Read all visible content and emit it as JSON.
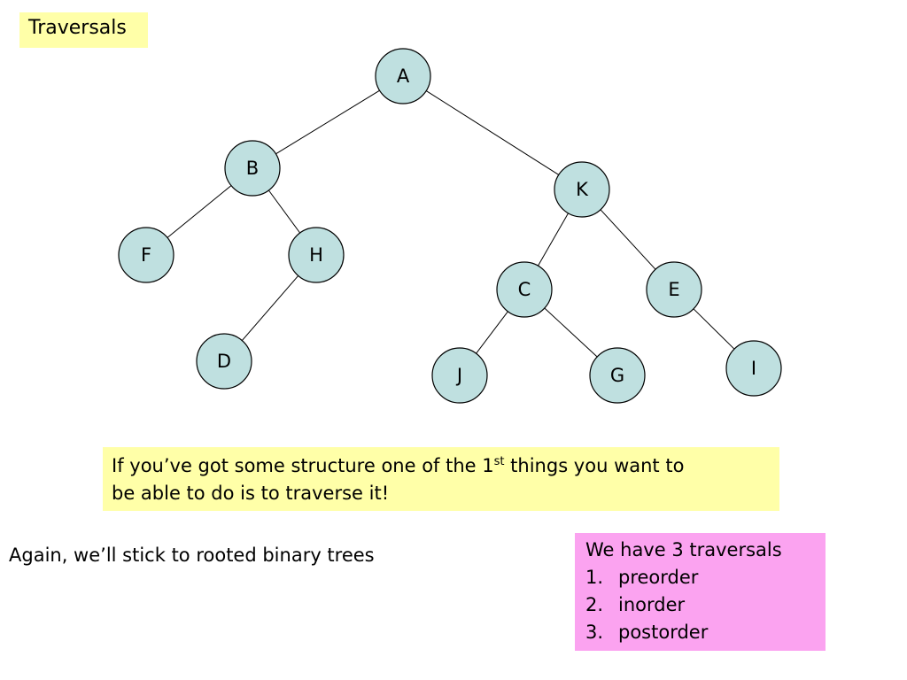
{
  "title": "Traversals",
  "tree": {
    "nodes": [
      {
        "id": "A",
        "label": "A"
      },
      {
        "id": "B",
        "label": "B"
      },
      {
        "id": "K",
        "label": "K"
      },
      {
        "id": "F",
        "label": "F"
      },
      {
        "id": "H",
        "label": "H"
      },
      {
        "id": "D",
        "label": "D"
      },
      {
        "id": "C",
        "label": "C"
      },
      {
        "id": "E",
        "label": "E"
      },
      {
        "id": "J",
        "label": "J"
      },
      {
        "id": "G",
        "label": "G"
      },
      {
        "id": "I",
        "label": "I"
      }
    ],
    "edges": [
      [
        "A",
        "B"
      ],
      [
        "A",
        "K"
      ],
      [
        "B",
        "F"
      ],
      [
        "B",
        "H"
      ],
      [
        "H",
        "D"
      ],
      [
        "K",
        "C"
      ],
      [
        "K",
        "E"
      ],
      [
        "C",
        "J"
      ],
      [
        "C",
        "G"
      ],
      [
        "E",
        "I"
      ]
    ],
    "node_fill": "#bfe0e0"
  },
  "note": {
    "line1_before": "If you’ve got some structure one of the 1",
    "line1_sup": "st",
    "line1_after": " things you want to",
    "line2": "be able to do is to traverse it!",
    "background": "#ffffa8"
  },
  "again_text": "Again, we’ll stick to rooted binary trees",
  "traversals": {
    "heading": "We have 3 traversals",
    "items": [
      {
        "num": "1.",
        "label": "preorder"
      },
      {
        "num": "2.",
        "label": "inorder"
      },
      {
        "num": "3.",
        "label": "postorder"
      }
    ],
    "background": "#fba3f0"
  }
}
